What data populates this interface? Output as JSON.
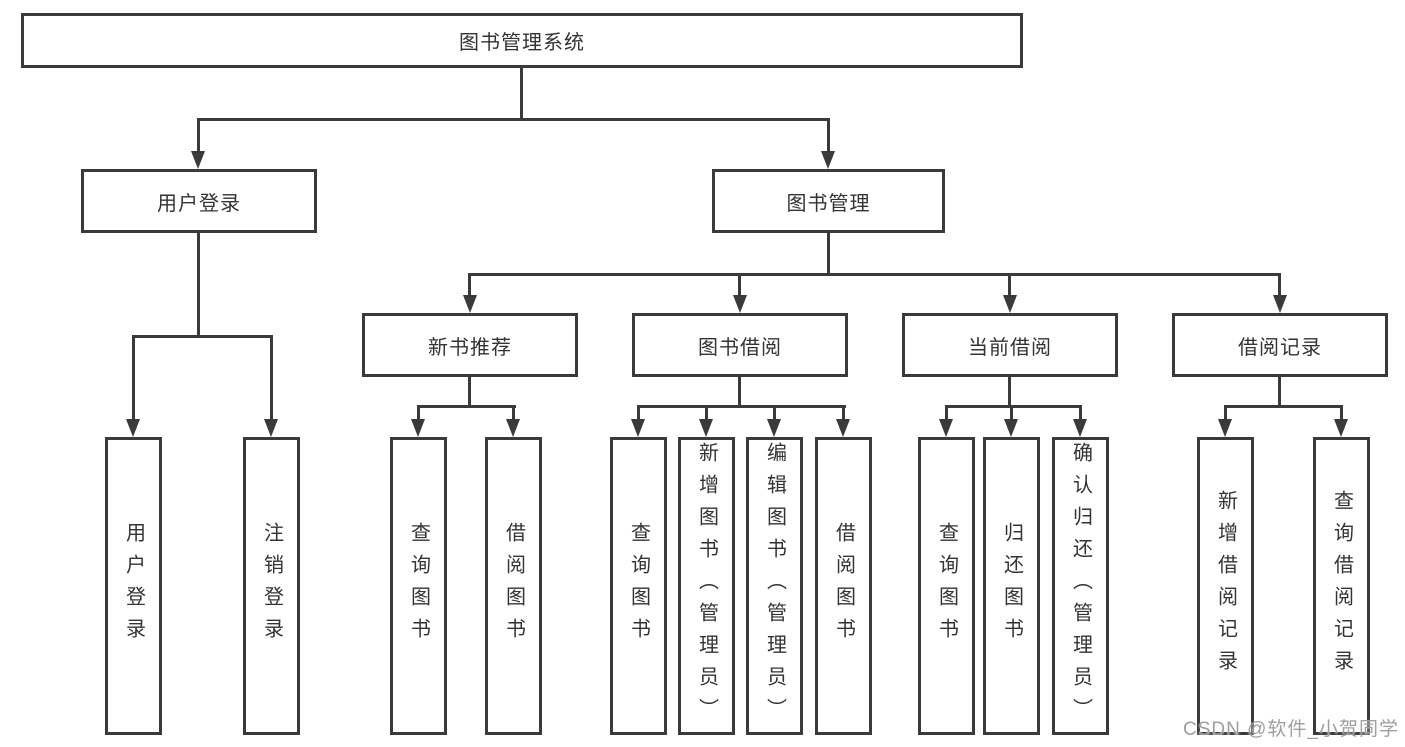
{
  "diagram": {
    "root": {
      "label": "图书管理系统"
    },
    "branches": [
      {
        "label": "用户登录",
        "leaves": [
          "用户登录",
          "注销登录"
        ]
      },
      {
        "label": "图书管理",
        "groups": [
          {
            "label": "新书推荐",
            "leaves": [
              "查询图书",
              "借阅图书"
            ]
          },
          {
            "label": "图书借阅",
            "leaves": [
              "查询图书",
              "新增图书（管理员）",
              "编辑图书（管理员）",
              "借阅图书"
            ]
          },
          {
            "label": "当前借阅",
            "leaves": [
              "查询图书",
              "归还图书",
              "确认归还（管理员）"
            ]
          },
          {
            "label": "借阅记录",
            "leaves": [
              "新增借阅记录",
              "查询借阅记录"
            ]
          }
        ]
      }
    ],
    "watermark": "CSDN @软件_小贺同学",
    "colors": {
      "line": "#3a3a3a",
      "text": "#333333",
      "watermark": "#9e9e9e",
      "background": "#ffffff"
    }
  }
}
